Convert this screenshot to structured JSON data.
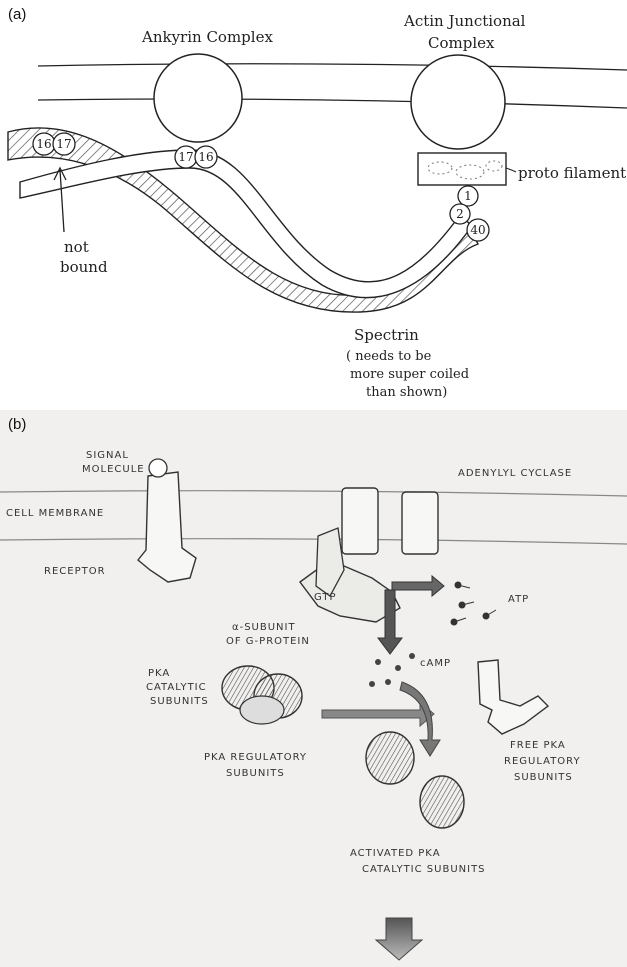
{
  "panel_a": {
    "label": "(a)",
    "ankyrin_title": "Ankyrin Complex",
    "actin_title_1": "Actin Junctional",
    "actin_title_2": "Complex",
    "protofilament": "proto filament",
    "not_bound_1": "not",
    "not_bound_2": "bound",
    "spectrin_1": "Spectrin",
    "spectrin_2": "( needs to be",
    "spectrin_3": "more super coiled",
    "spectrin_4": "than shown)",
    "circles": {
      "c16a": "16",
      "c17a": "17",
      "c17b": "17",
      "c16b": "16",
      "c1": "1",
      "c2": "2",
      "c40": "40"
    }
  },
  "panel_b": {
    "label": "(b)",
    "signal_molecule_1": "SIGNAL",
    "signal_molecule_2": "MOLECULE",
    "cell_membrane": "CELL MEMBRANE",
    "adenylyl_cyclase": "ADENYLYL CYCLASE",
    "receptor": "RECEPTOR",
    "gtp": "GTP",
    "atp": "ATP",
    "alpha_1": "α-SUBUNIT",
    "alpha_2": "OF G-PROTEIN",
    "camp": "cAMP",
    "pka_cat_1": "PKA",
    "pka_cat_2": "CATALYTIC",
    "pka_cat_3": "SUBUNITS",
    "pka_reg_1": "PKA REGULATORY",
    "pka_reg_2": "SUBUNITS",
    "free_pka_1": "FREE PKA",
    "free_pka_2": "REGULATORY",
    "free_pka_3": "SUBUNITS",
    "activated_1": "ACTIVATED PKA",
    "activated_2": "CATALYTIC SUBUNITS"
  }
}
